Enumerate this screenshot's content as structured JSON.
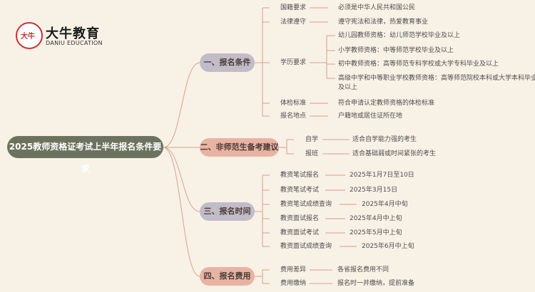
{
  "brand": {
    "logo_char": "大牛",
    "name": "大牛教育",
    "tagline": "DANIU EDUCATION"
  },
  "root": "2025教师资格证考试上半年报名条件要求",
  "sections": [
    {
      "title": "一、报名条件",
      "items": [
        {
          "label": "国籍要求",
          "values": [
            "必须是中华人民共和国公民"
          ]
        },
        {
          "label": "法律遵守",
          "values": [
            "遵守宪法和法律，热爱教育事业"
          ]
        },
        {
          "label": "学历要求",
          "values": [
            "幼儿园教师资格：幼儿师范学校毕业及以上",
            "小学教师资格：中等师范学校毕业及以上",
            "初中教师资格：高等师范专科学校或大学专科毕业及以上",
            "高级中学和中等职业学校教师资格：高等师范院校本科或大学本科毕业",
            "及以上"
          ]
        },
        {
          "label": "体检标准",
          "values": [
            "符合申请认定教师资格的体检标准"
          ]
        },
        {
          "label": "报名地点",
          "values": [
            "户籍地或居住证所在地"
          ]
        }
      ]
    },
    {
      "title": "二、非师范生备考建议",
      "items": [
        {
          "label": "自学",
          "values": [
            "适合自学能力强的考生"
          ]
        },
        {
          "label": "报班",
          "values": [
            "适合基础弱或时间紧张的考生"
          ]
        }
      ]
    },
    {
      "title": "三、报名时间",
      "items": [
        {
          "label": "教资笔试报名",
          "values": [
            "2025年1月7日至10日"
          ]
        },
        {
          "label": "教资笔试考试",
          "values": [
            "2025年3月15日"
          ]
        },
        {
          "label": "教资笔试成绩查询",
          "values": [
            "2025年4月中旬"
          ]
        },
        {
          "label": "教资面试报名",
          "values": [
            "2025年4月中上旬"
          ]
        },
        {
          "label": "教资面试考试",
          "values": [
            "2025年5月中上旬"
          ]
        },
        {
          "label": "教资面试成绩查询",
          "values": [
            "2025年6月中上旬"
          ]
        }
      ]
    },
    {
      "title": "四、报名费用",
      "items": [
        {
          "label": "费用差异",
          "values": [
            "各省报名费用不同"
          ]
        },
        {
          "label": "费用缴纳",
          "values": [
            "报名时一并缴纳，提前准备"
          ]
        }
      ]
    }
  ],
  "colors": {
    "root": "#6b735e",
    "section_a": "#c2bcc9",
    "section_b": "#e9b3a3",
    "line": "#d9a08f",
    "background": "#f8f1e6"
  }
}
